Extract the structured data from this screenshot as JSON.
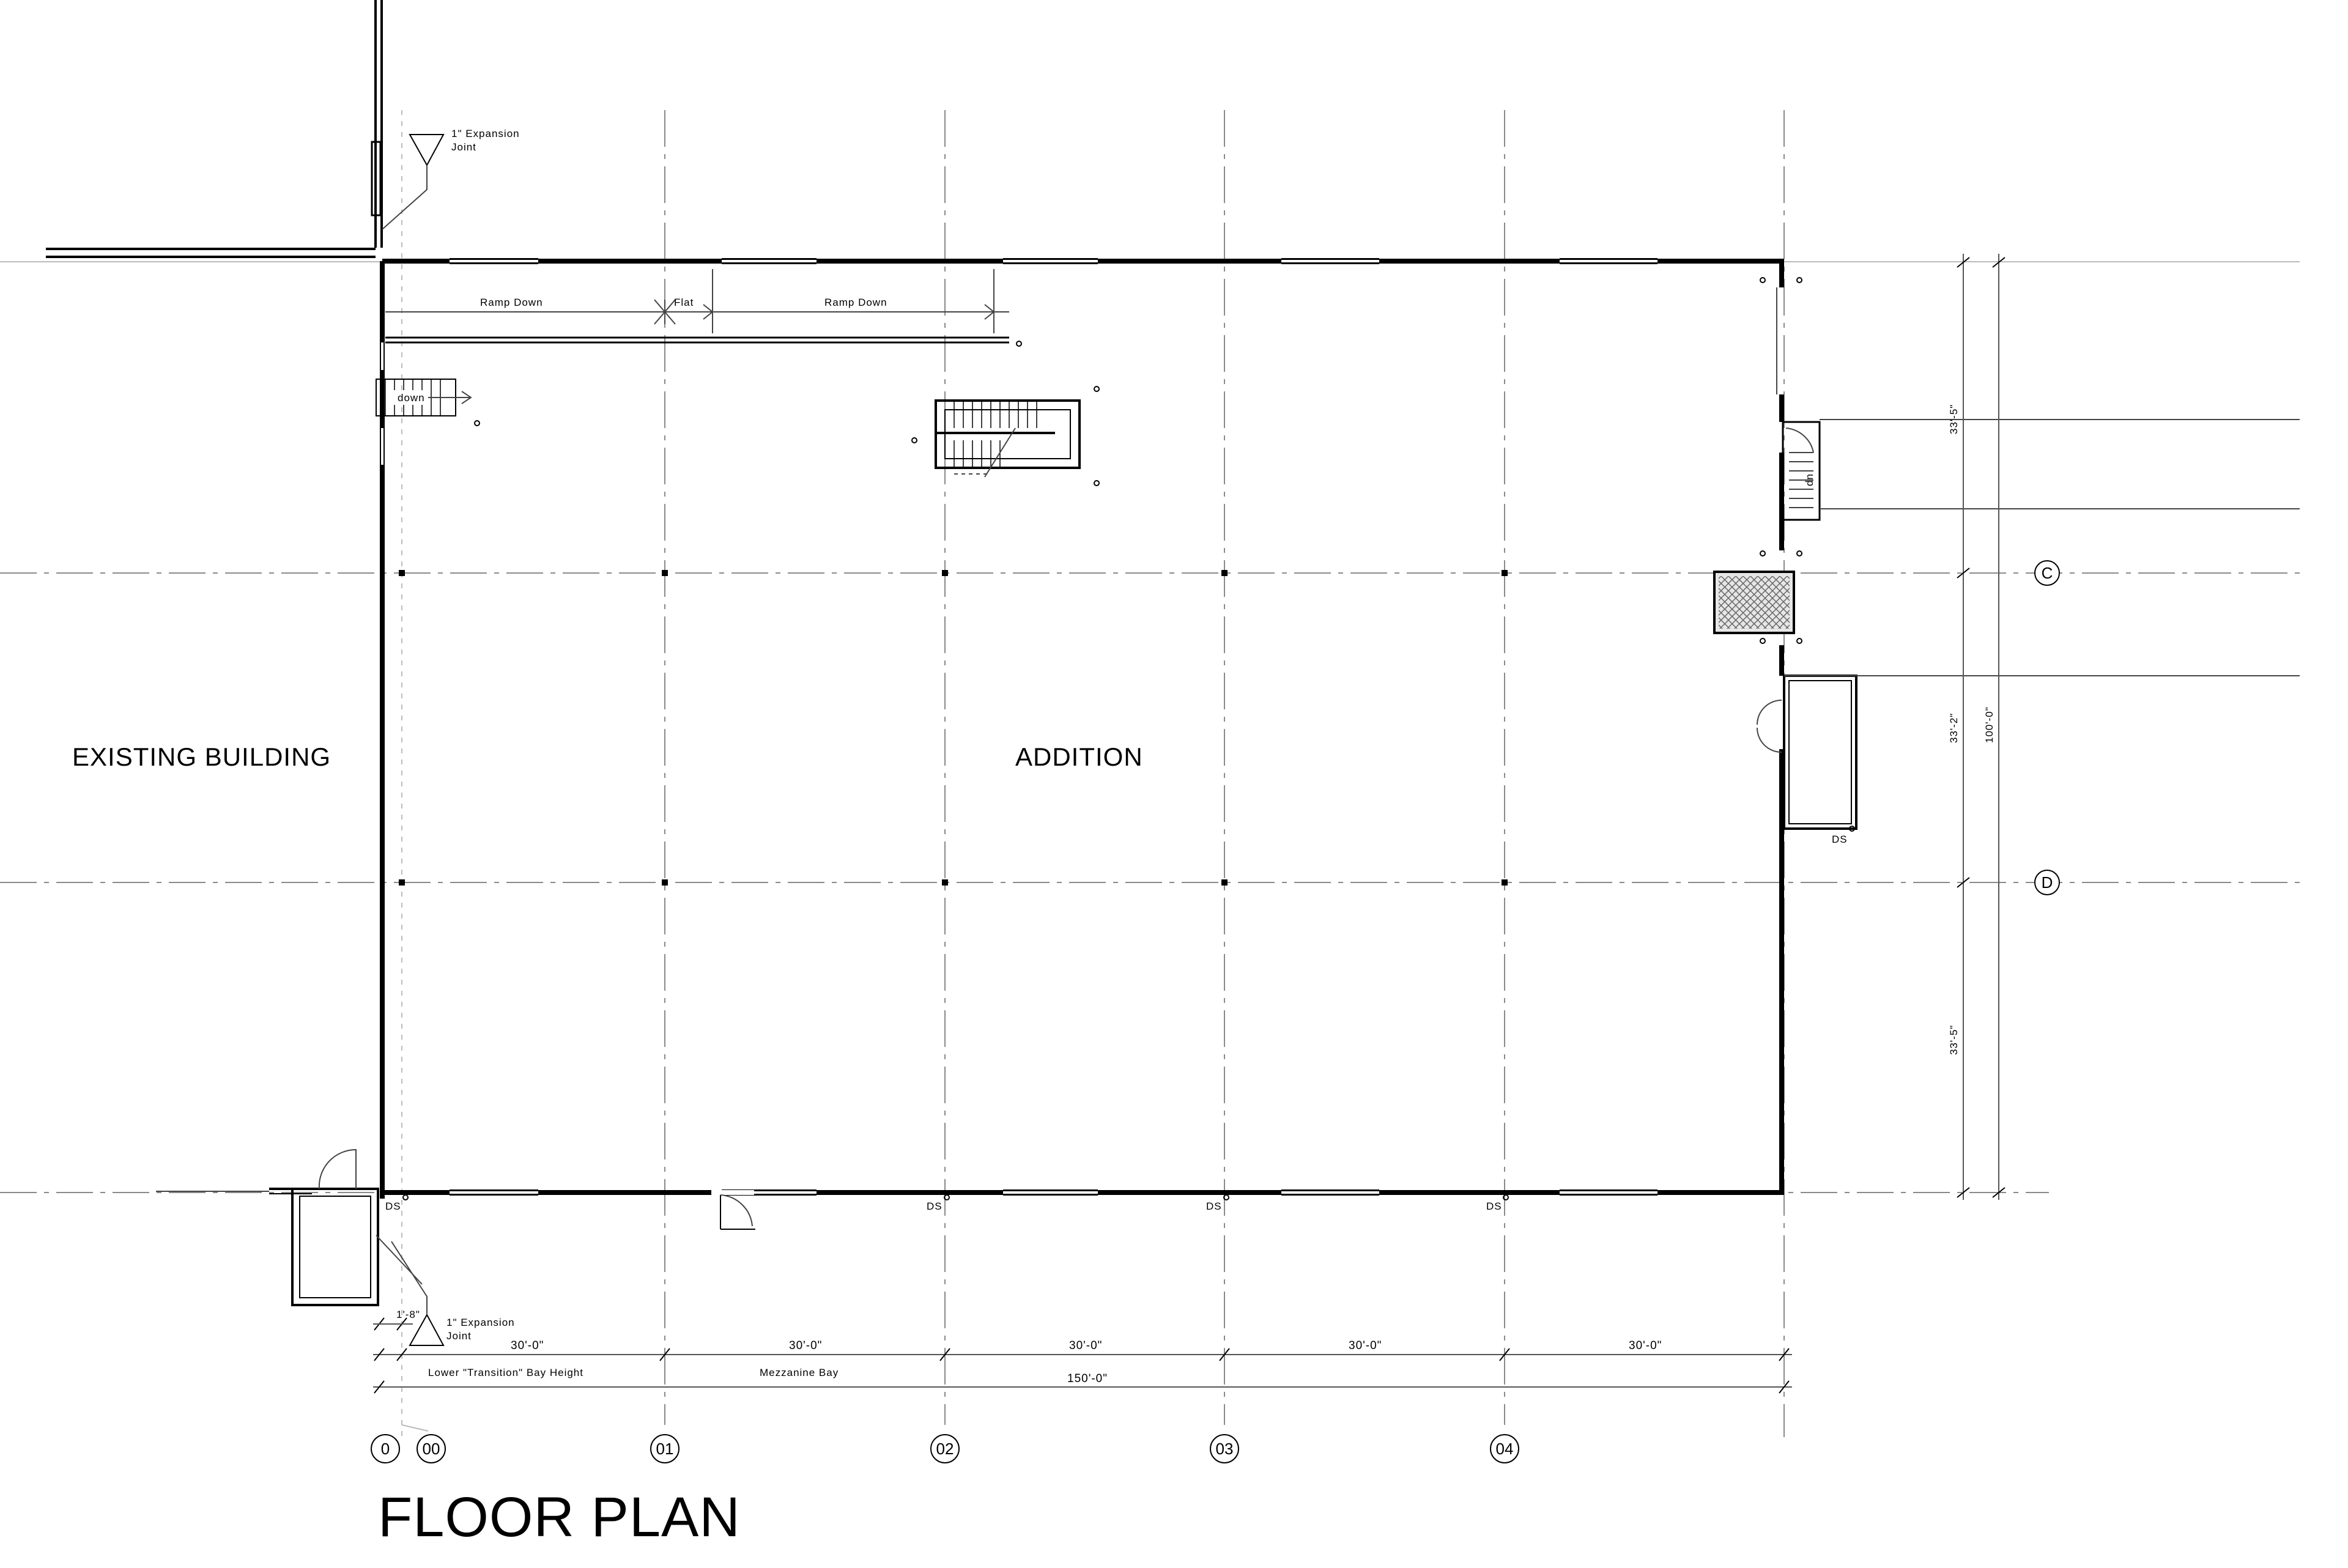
{
  "title": "FLOOR PLAN",
  "labels": {
    "existing": "EXISTING BUILDING",
    "addition": "ADDITION",
    "ramp_down_1": "Ramp Down",
    "flat": "Flat",
    "ramp_down_2": "Ramp Down",
    "down": "down",
    "up": "up",
    "joint_top_1": "1\" Expansion",
    "joint_top_2": "Joint",
    "joint_bot_1": "1\" Expansion",
    "joint_bot_2": "Joint",
    "lower_bay": "Lower \"Transition\" Bay Height",
    "mezz_bay": "Mezzanine Bay"
  },
  "dimensions": {
    "d_1_8": "1'-8\"",
    "d_30_a": "30'-0\"",
    "d_30_b": "30'-0\"",
    "d_30_c": "30'-0\"",
    "d_30_d": "30'-0\"",
    "d_30_e": "30'-0\"",
    "d_150": "150'-0\"",
    "d_33_5_top": "33'-5\"",
    "d_33_2": "33'-2\"",
    "d_33_5_bot": "33'-5\"",
    "d_100": "100'-0\""
  },
  "grid": {
    "g0": "0",
    "g00": "00",
    "g01": "01",
    "g02": "02",
    "g03": "03",
    "g04": "04",
    "gc": "C",
    "gd": "D"
  },
  "ds": {
    "ds1": "DS",
    "ds2": "DS",
    "ds3": "DS",
    "ds4": "DS",
    "ds5": "DS"
  }
}
